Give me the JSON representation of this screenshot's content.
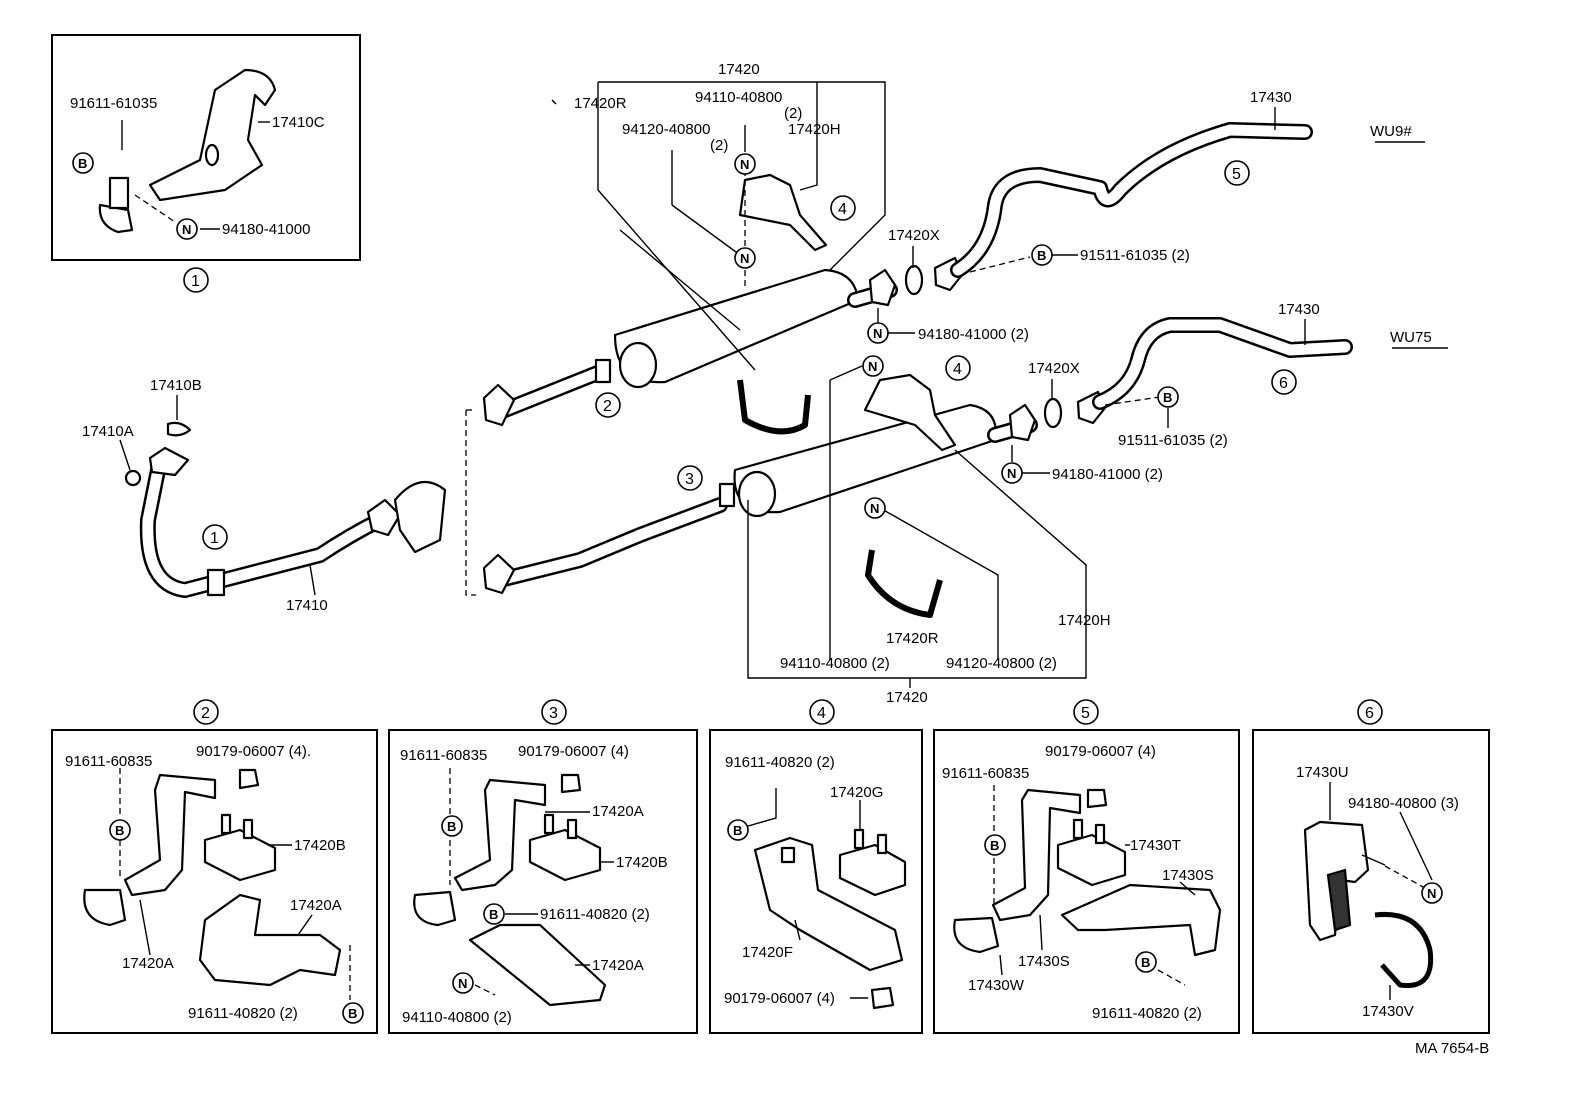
{
  "figure_code": "MA 7654-B",
  "models": [
    "WU9#",
    "WU75"
  ],
  "callout_numbers": [
    "1",
    "2",
    "3",
    "4",
    "5",
    "6"
  ],
  "symbols": {
    "bolt": "B",
    "nut": "N"
  },
  "labels": {
    "p17420_top": "17420",
    "p17420R_top": "17420R",
    "p94110_top": "94110-40800",
    "p94110_top_qty": "(2)",
    "p94120_top": "94120-40800",
    "p94120_top_qty": "(2)",
    "p17420H_top": "17420H",
    "p17430_top": "17430",
    "p17420X_top": "17420X",
    "p91511_top": "91511-61035 (2)",
    "p94180_top": "94180-41000 (2)",
    "p17430_mid": "17430",
    "p17420X_mid": "17420X",
    "p91511_mid": "91511-61035 (2)",
    "p94180_mid": "94180-41000 (2)",
    "p17410B": "17410B",
    "p17410A": "17410A",
    "p17410": "17410",
    "p17420H_mid": "17420H",
    "p17420R_mid": "17420R",
    "p94110_mid": "94110-40800 (2)",
    "p94120_mid": "94120-40800 (2)",
    "p17420_mid": "17420"
  },
  "box1": {
    "p91611": "91611-61035",
    "p17410C": "17410C",
    "p94180": "94180-41000"
  },
  "box2": {
    "p91611_60835": "91611-60835",
    "p90179": "90179-06007 (4).",
    "p17420B": "17420B",
    "p17420A_r": "17420A",
    "p17420A_l": "17420A",
    "p91611_40820": "91611-40820 (2)"
  },
  "box3": {
    "p91611_60835": "91611-60835",
    "p90179": "90179-06007 (4)",
    "p17420A_t": "17420A",
    "p17420B": "17420B",
    "p91611_40820": "91611-40820 (2)",
    "p17420A_b": "17420A",
    "p94110": "94110-40800 (2)"
  },
  "box4": {
    "p91611_40820": "91611-40820 (2)",
    "p17420G": "17420G",
    "p17420F": "17420F",
    "p90179": "90179-06007 (4)"
  },
  "box5": {
    "p90179": "90179-06007 (4)",
    "p91611_60835": "91611-60835",
    "p17430T": "17430T",
    "p17430S_r": "17430S",
    "p17430S_b": "17430S",
    "p17430W": "17430W",
    "p91611_40820": "91611-40820 (2)"
  },
  "box6": {
    "p17430U": "17430U",
    "p94180": "94180-40800 (3)",
    "p17430V": "17430V"
  }
}
